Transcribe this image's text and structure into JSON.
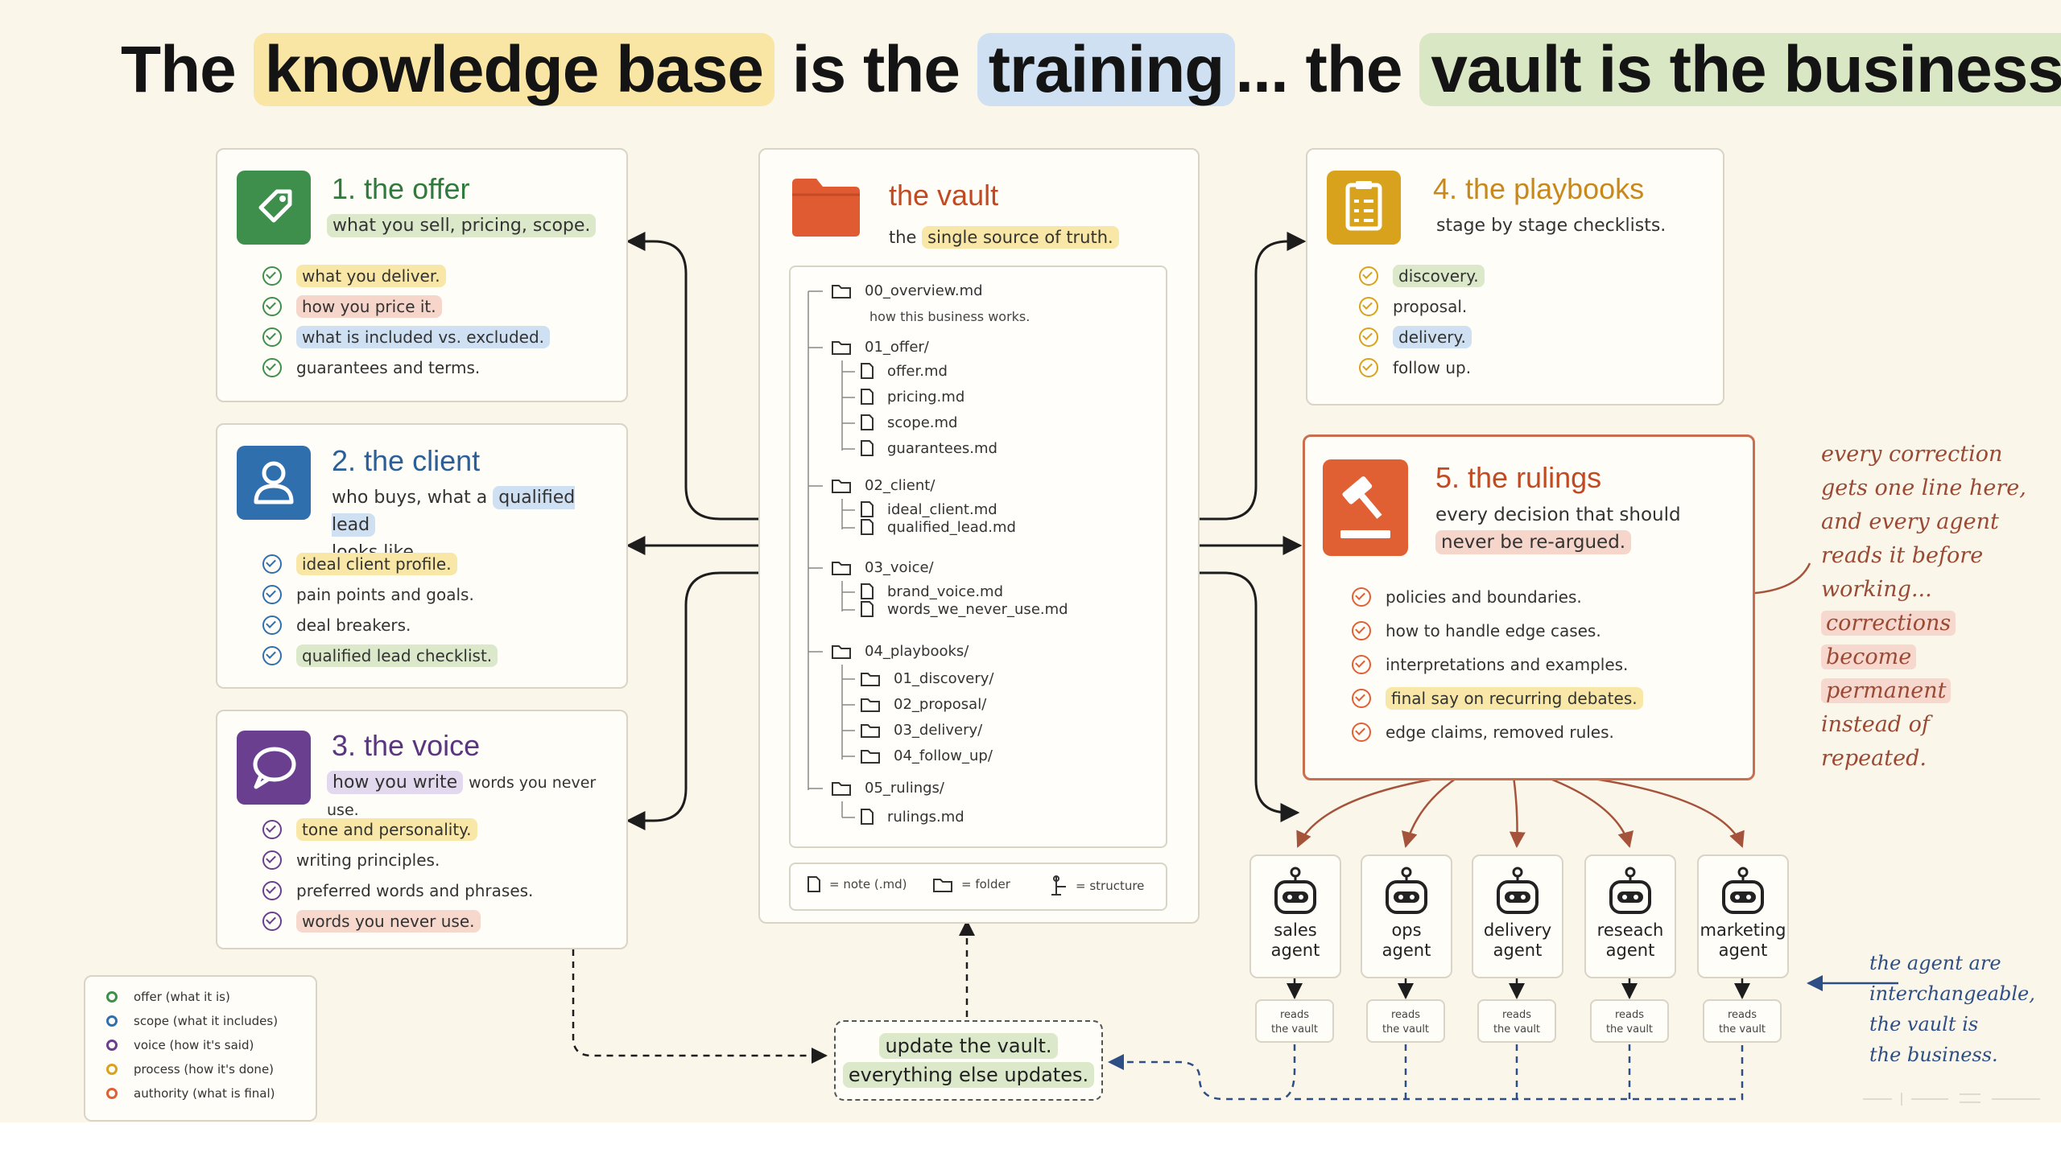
{
  "title": {
    "part1": "The ",
    "hl1": "knowledge base",
    "part2": " is the ",
    "hl2": "training",
    "part3": "... the ",
    "hl3": "vault is the business."
  },
  "offer": {
    "title": "1. the offer",
    "subtitle": "what you sell, pricing, scope.",
    "items": [
      "what you deliver.",
      "how you price it.",
      "what is included vs. excluded.",
      "guarantees and terms."
    ],
    "color": "#3f8f4c"
  },
  "client": {
    "title": "2. the client",
    "subtitle_pre": "who buys, what a ",
    "subtitle_hl": "qualified lead",
    "subtitle_post": "looks like.",
    "items": [
      "ideal client profile.",
      "pain points and goals.",
      "deal breakers.",
      "qualified lead checklist."
    ],
    "color": "#2f6fae"
  },
  "voice": {
    "title": "3. the voice",
    "subtitle_hl": "how you write",
    "subtitle_post": "words you never use.",
    "items": [
      "tone and personality.",
      "writing principles.",
      "preferred words and phrases.",
      "words you never use."
    ],
    "color": "#6a3f8f"
  },
  "vault": {
    "title": "the vault",
    "subtitle_pre": "the ",
    "subtitle_hl": "single source of truth.",
    "color": "#e05a32",
    "tree": [
      {
        "name": "00_overview.md",
        "desc": "how this business works."
      },
      {
        "name": "01_offer/",
        "children": [
          "offer.md",
          "pricing.md",
          "scope.md",
          "guarantees.md"
        ]
      },
      {
        "name": "02_client/",
        "children": [
          "ideal_client.md",
          "qualified_lead.md"
        ]
      },
      {
        "name": "03_voice/",
        "children": [
          "brand_voice.md",
          "words_we_never_use.md"
        ]
      },
      {
        "name": "04_playbooks/",
        "children": [
          "01_discovery/",
          "02_proposal/",
          "03_delivery/",
          "04_follow_up/"
        ]
      },
      {
        "name": "05_rulings/",
        "children": [
          "rulings.md"
        ]
      }
    ],
    "legend": [
      "= note (.md)",
      "= folder",
      "= structure"
    ]
  },
  "playbooks": {
    "title": "4. the playbooks",
    "subtitle": "stage by stage checklists.",
    "items": [
      "discovery.",
      "proposal.",
      "delivery.",
      "follow up."
    ],
    "color": "#d9a21c"
  },
  "rulings": {
    "title": "5. the rulings",
    "subtitle_line1": "every decision that should",
    "subtitle_hl": "never be re-argued.",
    "items": [
      "policies and boundaries.",
      "how to handle edge cases.",
      "interpretations and examples.",
      "final say on recurring debates.",
      "edge claims, removed rules."
    ],
    "color": "#e06034"
  },
  "note_right": {
    "lines": [
      "every correction",
      "gets one line here,",
      "and every agent",
      "reads it before",
      "working..."
    ],
    "hl_lines": [
      "corrections",
      "become",
      "permanent"
    ],
    "tail_lines": [
      "instead of",
      "repeated."
    ]
  },
  "agents": [
    {
      "l1": "sales",
      "l2": "agent"
    },
    {
      "l1": "ops",
      "l2": "agent"
    },
    {
      "l1": "delivery",
      "l2": "agent"
    },
    {
      "l1": "reseach",
      "l2": "agent"
    },
    {
      "l1": "marketing",
      "l2": "agent"
    }
  ],
  "agent_read": {
    "l1": "reads",
    "l2": "the vault"
  },
  "note_blue": [
    "the agent are",
    "interchangeable,",
    "the vault is",
    "the business."
  ],
  "update": {
    "l1": "update the vault.",
    "l2": "everything else updates."
  },
  "key": [
    {
      "label": "offer (what it is)",
      "color": "#3f8f4c"
    },
    {
      "label": "scope (what it includes)",
      "color": "#2f6fae"
    },
    {
      "label": "voice (how it's said)",
      "color": "#6a3f8f"
    },
    {
      "label": "process (how it's done)",
      "color": "#d9a21c"
    },
    {
      "label": "authority (what is final)",
      "color": "#e06034"
    }
  ]
}
